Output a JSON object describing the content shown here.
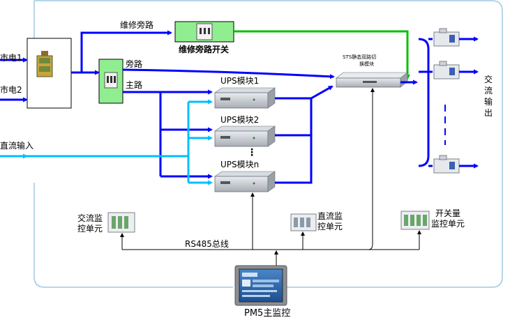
{
  "inputs": {
    "mains1": "市电1",
    "mains2": "市电2",
    "dc_input": "直流输入"
  },
  "paths": {
    "maintenance_bypass": "维修旁路",
    "bypass": "旁路",
    "main": "主路"
  },
  "maintenance_switch": {
    "label": "维修旁路开关"
  },
  "sts": {
    "label_line1": "STS静态双路切",
    "label_line2": "换模块"
  },
  "ups_modules": [
    "UPS模块1",
    "UPS模块2",
    "UPS模块n"
  ],
  "ups_ellipsis": "⋮",
  "ac_output": [
    "交",
    "流",
    "输",
    "出"
  ],
  "monitors": {
    "ac": {
      "line1": "交流监",
      "line2": "控单元"
    },
    "dc": {
      "line1": "直流监",
      "line2": "控单元"
    },
    "switch": {
      "line1": "开关量",
      "line2": "监控单元"
    }
  },
  "bus": {
    "label": "RS485总线"
  },
  "main_monitor": {
    "label": "PM5主监控"
  },
  "colors": {
    "power": "#0000ff",
    "dc": "#00bfff",
    "maint": "#00c000",
    "frame": "#9ec9e2",
    "device": "#c8ccd2"
  }
}
